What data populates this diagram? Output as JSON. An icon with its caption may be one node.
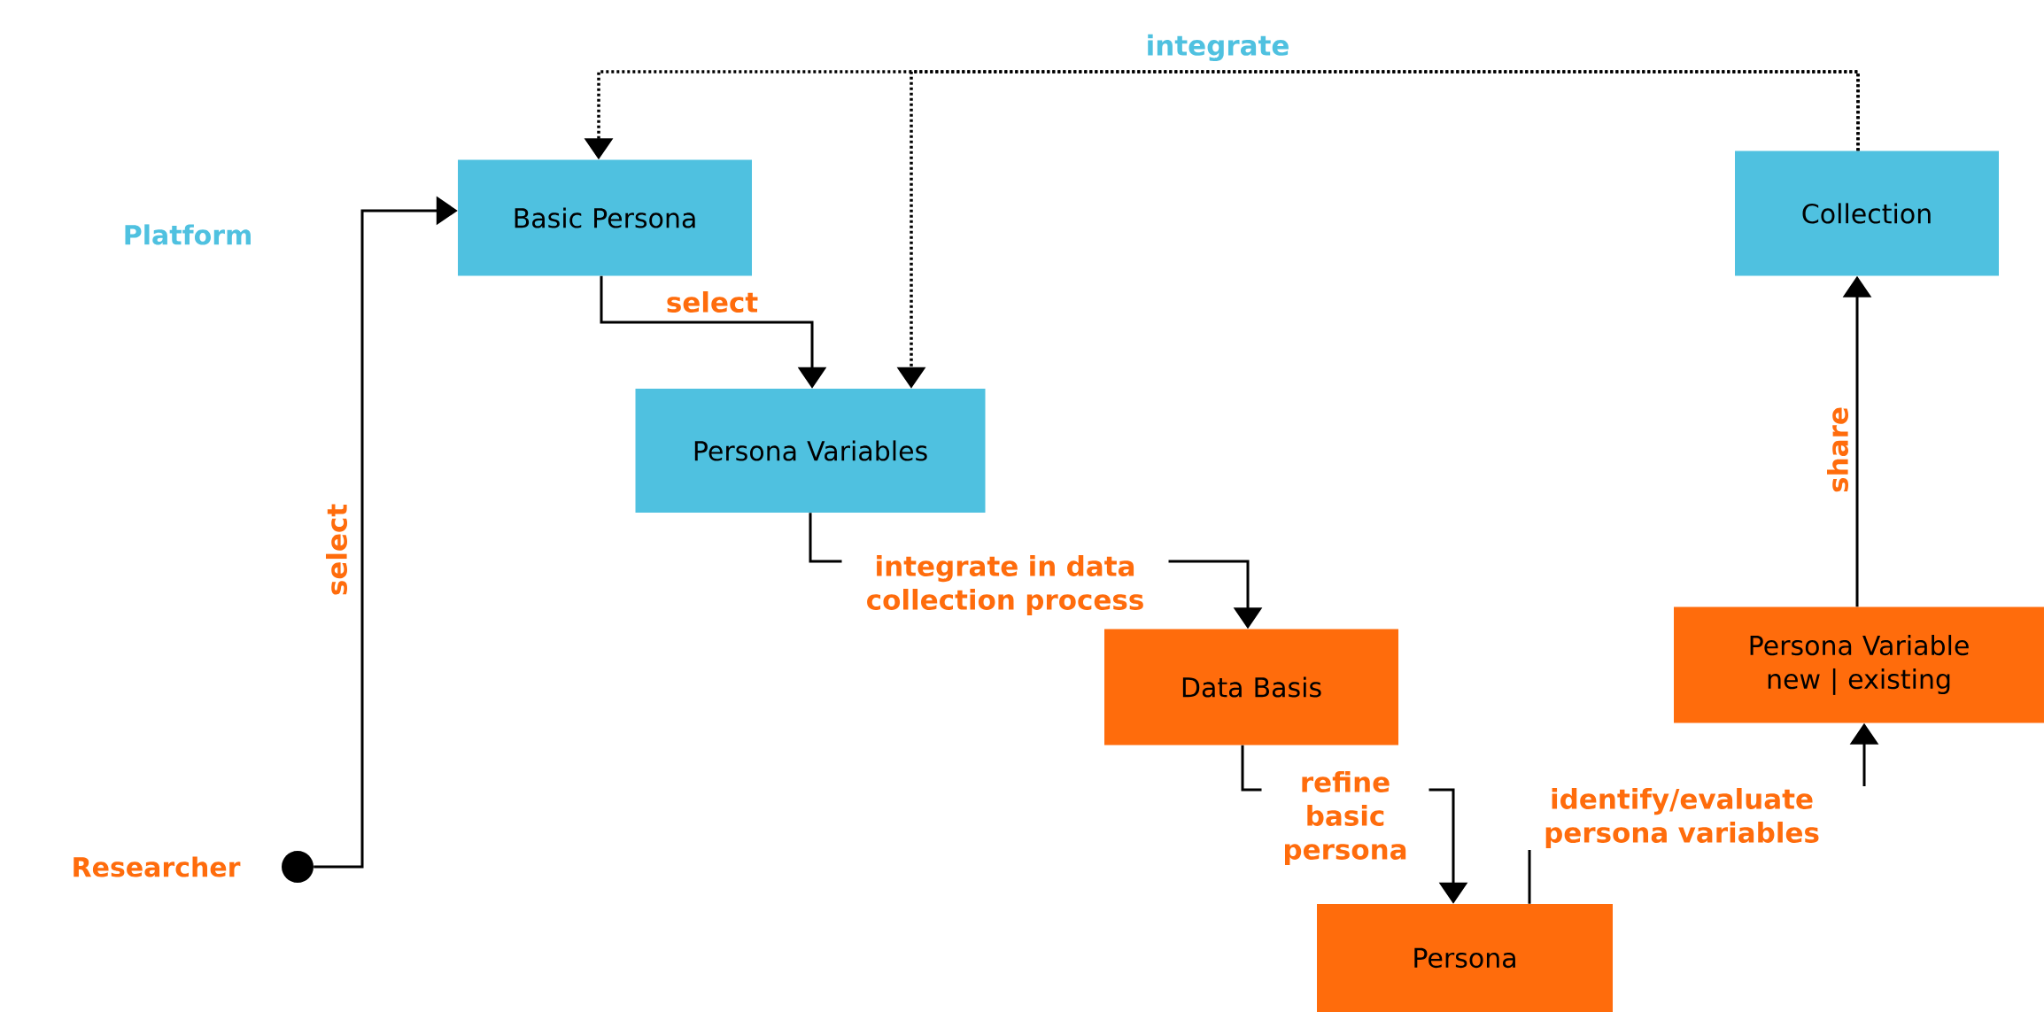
{
  "diagram": {
    "nodes": [
      {
        "text": [
          "Basic Persona"
        ]
      },
      {
        "text": [
          "Persona Variables"
        ]
      },
      {
        "text": [
          "Data Basis"
        ]
      },
      {
        "text": [
          "Persona"
        ]
      },
      {
        "text": [
          "Persona Variable new | existing"
        ]
      },
      {
        "text": [
          "Collection"
        ]
      },
      {
        "text": [],
        "shape": "circle",
        "beside": [
          "Researcher"
        ]
      }
    ],
    "edges": [
      {
        "from": 6,
        "to": 0,
        "arrow": "to",
        "label": "select"
      },
      {
        "from": 0,
        "to": 1,
        "arrow": "to",
        "label": "select"
      },
      {
        "from": 1,
        "to": 2,
        "arrow": "to",
        "label": "integrate in data collection process"
      },
      {
        "from": 2,
        "to": 3,
        "arrow": "to",
        "label": "refine basic persona"
      },
      {
        "from": 3,
        "to": 4,
        "arrow": "to",
        "label": "identify/evaluate persona variables"
      },
      {
        "from": 4,
        "to": 5,
        "arrow": "to",
        "label": "share"
      },
      {
        "from": 5,
        "to": 0,
        "arrow": "to",
        "label": "integrate",
        "style": "dashed"
      },
      {
        "from": 5,
        "to": 1,
        "arrow": "to",
        "style": "dashed"
      }
    ],
    "labels": [
      "Platform"
    ]
  }
}
